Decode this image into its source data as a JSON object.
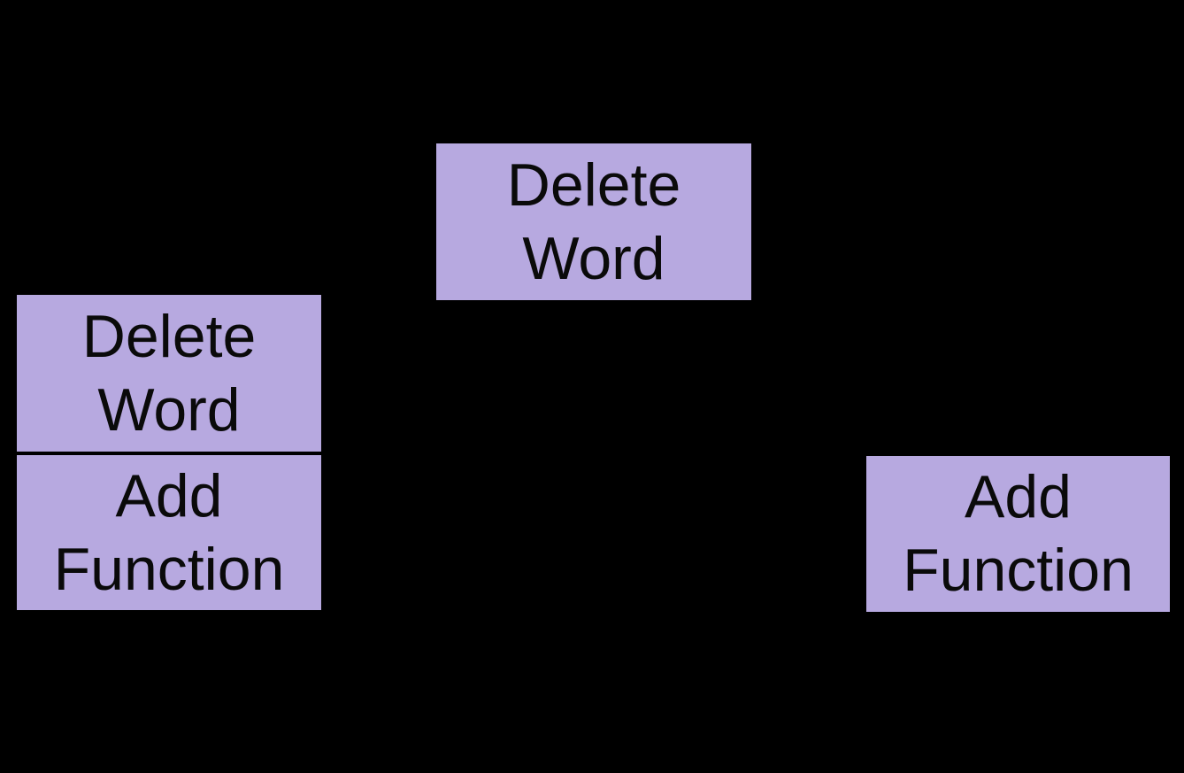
{
  "canvas": {
    "background_color": "#000000"
  },
  "colors": {
    "box_fill": "#b7a9e0",
    "box_text": "#0a0a0a",
    "divider": "#000000"
  },
  "boxes": {
    "top_center": {
      "label": "Delete Word"
    },
    "left_stack": {
      "top": {
        "label": "Delete Word"
      },
      "bottom": {
        "label": "Add Function"
      }
    },
    "right": {
      "label": "Add Function"
    }
  }
}
